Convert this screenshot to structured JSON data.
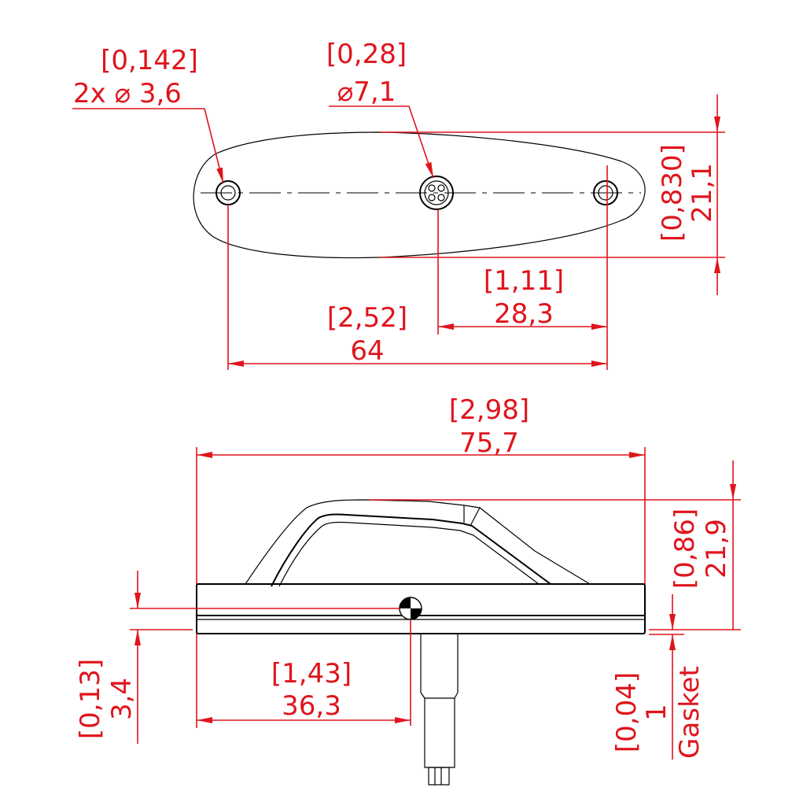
{
  "top_view": {
    "hole_note": {
      "inch": "[0,142]",
      "mm": "2x ⌀ 3,6"
    },
    "connector_note": {
      "inch": "[0,28]",
      "mm": "⌀7,1"
    },
    "width_dim": {
      "inch": "[0,830]",
      "mm": "21,1"
    },
    "offset_dim": {
      "inch": "[1,11]",
      "mm": "28,3"
    },
    "hole_spacing_dim": {
      "inch": "[2,52]",
      "mm": "64"
    }
  },
  "side_view": {
    "length_dim": {
      "inch": "[2,98]",
      "mm": "75,7"
    },
    "height_dim": {
      "inch": "[0,86]",
      "mm": "21,9"
    },
    "cg_height_dim": {
      "inch": "[0,13]",
      "mm": "3,4"
    },
    "cg_offset_dim": {
      "inch": "[1,43]",
      "mm": "36,3"
    },
    "gasket_dim": {
      "inch": "[0,04]",
      "mm": "1",
      "label": "Gasket"
    }
  },
  "colors": {
    "dimension": "#e0141c",
    "outline": "#000000"
  }
}
